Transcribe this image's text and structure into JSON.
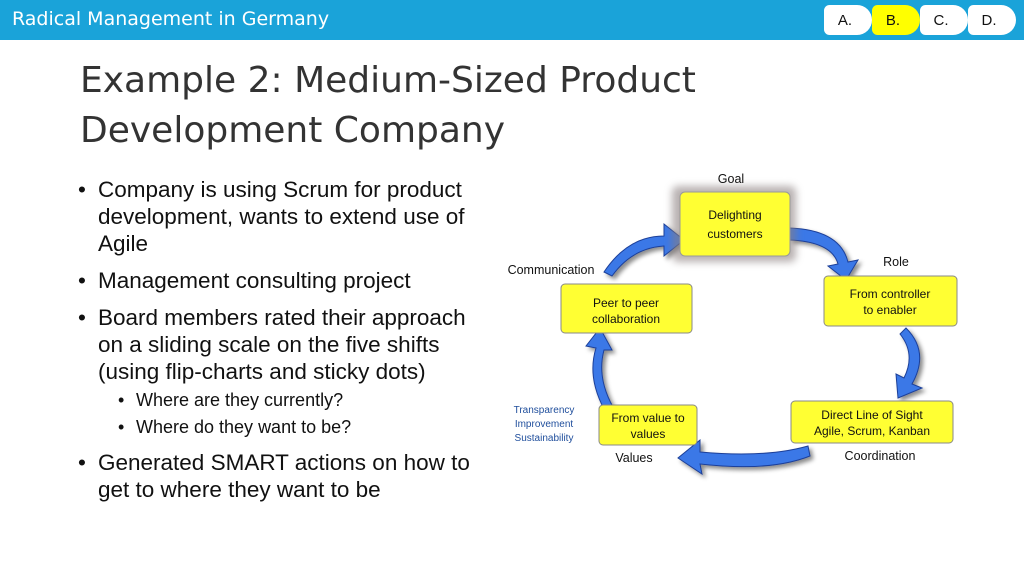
{
  "header": {
    "title": "Radical Management in Germany",
    "tabs": [
      {
        "label": "A.",
        "active": false
      },
      {
        "label": "B.",
        "active": true
      },
      {
        "label": "C.",
        "active": false
      },
      {
        "label": "D.",
        "active": false
      }
    ]
  },
  "slide": {
    "title_line1": "Example 2: Medium-Sized Product",
    "title_line2": "Development Company",
    "bullets": {
      "b1": "Company is using Scrum for product development, wants to extend use of Agile",
      "b2": "Management consulting project",
      "b3": "Board members rated their approach on a sliding scale on the five shifts (using flip-charts and sticky dots)",
      "sub1": "Where are they currently?",
      "sub2": "Where do they want to be?",
      "b4": "Generated SMART actions on how to get to where they want to be"
    }
  },
  "diagram": {
    "labels": {
      "goal": "Goal",
      "role": "Role",
      "coordination": "Coordination",
      "values": "Values",
      "communication": "Communication"
    },
    "boxes": {
      "goal_l1": "Delighting",
      "goal_l2": "customers",
      "role_l1": "From controller",
      "role_l2": "to enabler",
      "coord_l1": "Direct Line of Sight",
      "coord_l2": "Agile, Scrum, Kanban",
      "values_l1": "From value to",
      "values_l2": "values",
      "comm_l1": "Peer to peer",
      "comm_l2": "collaboration"
    },
    "values_notes": [
      "Transparency",
      "Improvement",
      "Sustainability"
    ],
    "colors": {
      "box_fill": "#ffff33",
      "arrow_fill": "#3b78e7",
      "header_bar": "#1aa3d9",
      "notes_text": "#1f4e9c"
    }
  }
}
